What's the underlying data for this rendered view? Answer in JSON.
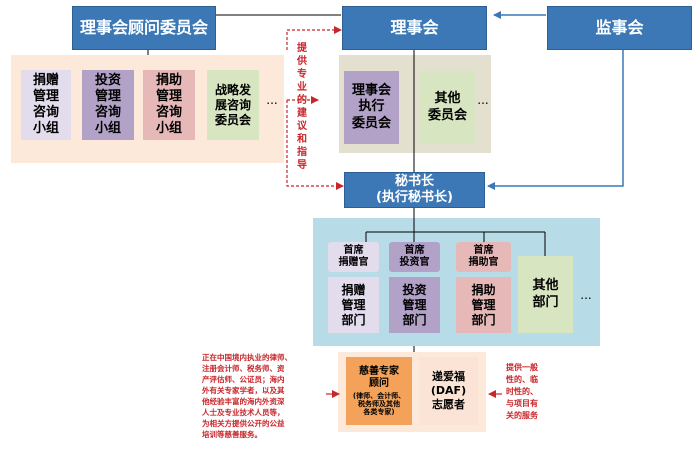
{
  "colors": {
    "header_blue": "#3b78b5",
    "peach_zone": "#fde9d9",
    "gray_zone": "#e3e0cf",
    "lightblue_zone": "#b7dce8",
    "lavender": "#e2dced",
    "purple": "#b3a2c8",
    "pink": "#e6b8b8",
    "green": "#d7e6c0",
    "orange": "#f4a259",
    "cream": "#fbe4d5",
    "note_red": "#c9262b"
  },
  "nodes": {
    "advisory_committee": "理事会顾问委员会",
    "board": "理事会",
    "supervisors": "监事会",
    "secretary_general": "秘书长\n(执行秘书长)",
    "donation_advisory": "捐赠\n管理\n咨询\n小组",
    "investment_advisory": "投资\n管理\n咨询\n小组",
    "grant_advisory": "捐助\n管理\n咨询\n小组",
    "strategy_advisory": "战略发\n展咨询\n委员会",
    "board_exec_committee": "理事会\n执行\n委员会",
    "other_committees": "其他\n委员会",
    "chief_donation_officer": "首席\n捐赠官",
    "chief_investment_officer": "首席\n投资官",
    "chief_grant_officer": "首席\n捐助官",
    "donation_dept": "捐赠\n管理\n部门",
    "investment_dept": "投资\n管理\n部门",
    "grant_dept": "捐助\n管理\n部门",
    "other_depts": "其他\n部门",
    "philanthropy_advisor": "慈善专家\n顾问",
    "philanthropy_advisor_detail": "(律师、会计师、\n税务师及其他\n各类专家)",
    "daf_volunteers": "递爱福\n(DAF)\n志愿者",
    "ellipsis": "..."
  },
  "notes": {
    "advice_vertical": "提供专业的建议和指导",
    "left_note": "正在中国境内执业的律师、\n注册会计师、税务师、资\n产评估师、公证员；海内\n外有关专家学者，以及其\n他经验丰富的海内外资深\n人士及专业技术人员等，\n为相关方提供公开的公益\n培训等慈善服务。",
    "right_note": "提供一般\n性的、临\n时性的、\n与项目有\n关的服务"
  }
}
